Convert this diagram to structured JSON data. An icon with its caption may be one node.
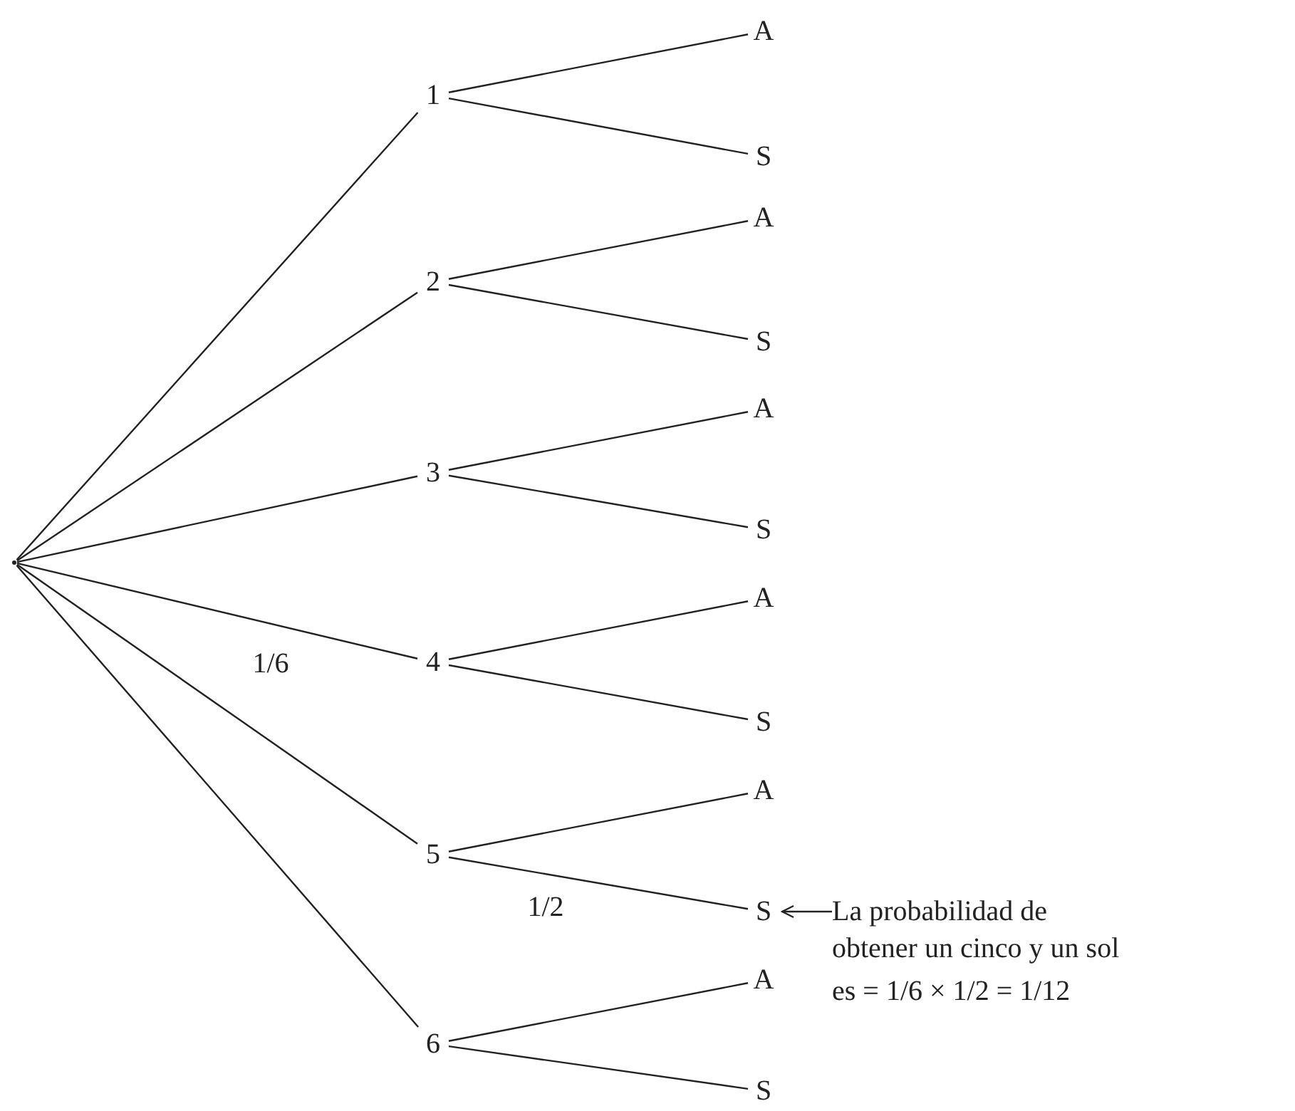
{
  "diagram": {
    "nodes": [
      {
        "text": [],
        "shape": "circle"
      },
      {
        "text": [
          "1"
        ]
      },
      {
        "text": [
          "A"
        ]
      },
      {
        "text": [
          "S"
        ]
      },
      {
        "text": [
          "2"
        ]
      },
      {
        "text": [
          "A"
        ]
      },
      {
        "text": [
          "S"
        ]
      },
      {
        "text": [
          "3"
        ]
      },
      {
        "text": [
          "A"
        ]
      },
      {
        "text": [
          "S"
        ]
      },
      {
        "text": [
          "4"
        ]
      },
      {
        "text": [
          "A"
        ]
      },
      {
        "text": [
          "S"
        ]
      },
      {
        "text": [
          "5"
        ]
      },
      {
        "text": [
          "A"
        ]
      },
      {
        "text": [
          "S"
        ]
      },
      {
        "text": [
          "6"
        ]
      },
      {
        "text": [
          "A"
        ]
      },
      {
        "text": [
          "S"
        ]
      },
      {
        "text": [
          "La probabilidad de obtener un cinco y un sol",
          "es = 1/6 × 1/2 = 1/12"
        ]
      }
    ],
    "edges": [
      {
        "from": 0,
        "to": 1,
        "arrow": "none"
      },
      {
        "from": 1,
        "to": 2,
        "arrow": "none"
      },
      {
        "from": 1,
        "to": 3,
        "arrow": "none"
      },
      {
        "from": 0,
        "to": 4,
        "arrow": "none"
      },
      {
        "from": 4,
        "to": 5,
        "arrow": "none"
      },
      {
        "from": 4,
        "to": 6,
        "arrow": "none"
      },
      {
        "from": 0,
        "to": 7,
        "arrow": "none"
      },
      {
        "from": 7,
        "to": 8,
        "arrow": "none"
      },
      {
        "from": 7,
        "to": 9,
        "arrow": "none"
      },
      {
        "from": 0,
        "to": 10,
        "arrow": "none"
      },
      {
        "from": 10,
        "to": 11,
        "arrow": "none"
      },
      {
        "from": 10,
        "to": 12,
        "arrow": "none"
      },
      {
        "from": 0,
        "to": 13,
        "arrow": "none",
        "label": "1/6"
      },
      {
        "from": 13,
        "to": 14,
        "arrow": "none"
      },
      {
        "from": 13,
        "to": 15,
        "arrow": "none",
        "label": "1/2"
      },
      {
        "from": 0,
        "to": 16,
        "arrow": "none"
      },
      {
        "from": 16,
        "to": 17,
        "arrow": "none"
      },
      {
        "from": 16,
        "to": 18,
        "arrow": "none"
      },
      {
        "from": 19,
        "to": 15,
        "arrow": "to"
      }
    ]
  }
}
